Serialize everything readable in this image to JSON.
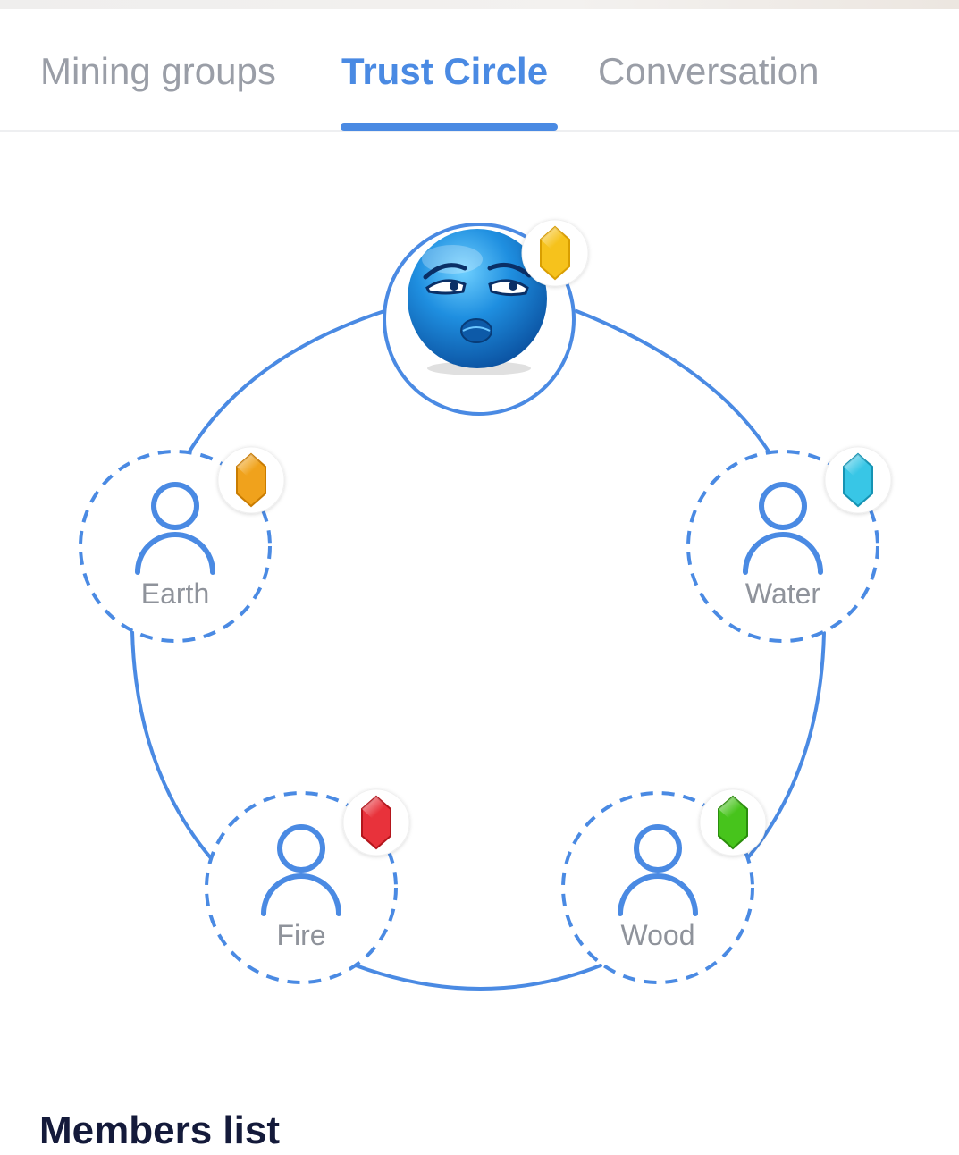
{
  "tabs": [
    {
      "label": "Mining groups",
      "active": false
    },
    {
      "label": "Trust Circle",
      "active": true
    },
    {
      "label": "Conversation",
      "active": false
    }
  ],
  "trust_circle": {
    "owner": {
      "avatar_icon": "blue-face-emoji-icon",
      "gem_icon": "yellow-gem-icon",
      "gem_color": "#f6c21b"
    },
    "members": [
      {
        "label": "Earth",
        "gem_icon": "orange-gem-icon",
        "gem_color": "#f0a21a"
      },
      {
        "label": "Water",
        "gem_icon": "cyan-gem-icon",
        "gem_color": "#37c6e6"
      },
      {
        "label": "Fire",
        "gem_icon": "red-gem-icon",
        "gem_color": "#e8313a"
      },
      {
        "label": "Wood",
        "gem_icon": "green-gem-icon",
        "gem_color": "#47c41c"
      }
    ],
    "accent_color": "#4a8ae3"
  },
  "members_section": {
    "title": "Members list"
  }
}
